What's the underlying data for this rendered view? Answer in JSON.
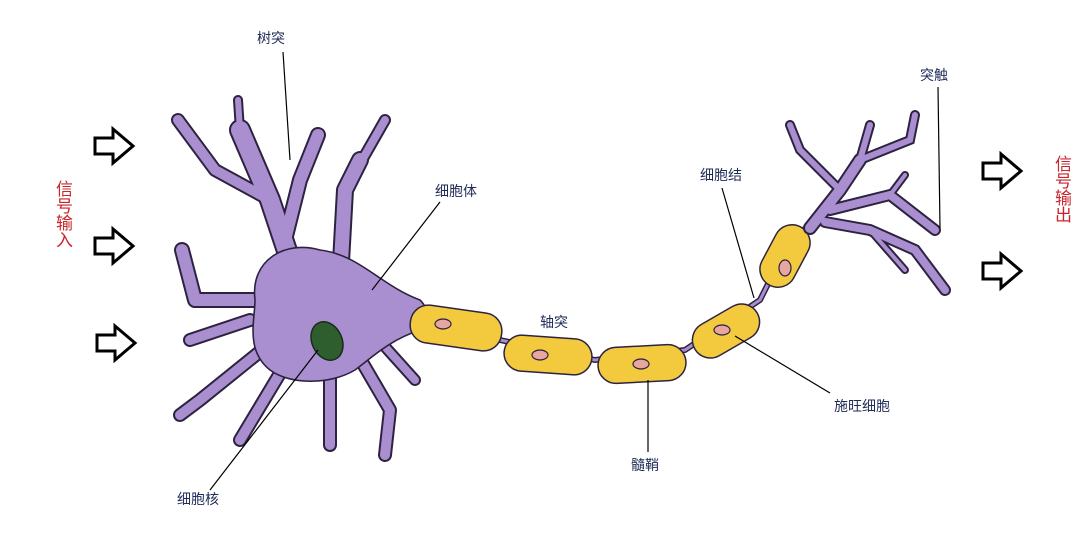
{
  "labels": {
    "dendrite": "树突",
    "cell_body": "细胞体",
    "nucleus": "细胞核",
    "axon": "轴突",
    "myelin": "髓鞘",
    "node": "细胞结",
    "schwann": "施旺细胞",
    "synapse": "突触"
  },
  "io": {
    "input": "信号输入",
    "output": "信号输出"
  },
  "colors": {
    "neuron": "#a98fd0",
    "neuron_stroke": "#2d2340",
    "myelin": "#f3c93e",
    "myelin_nucleus": "#e7a6a0",
    "nucleus": "#2e5e2e",
    "signal_text": "#c8252b",
    "label_text": "#1f2b57"
  }
}
